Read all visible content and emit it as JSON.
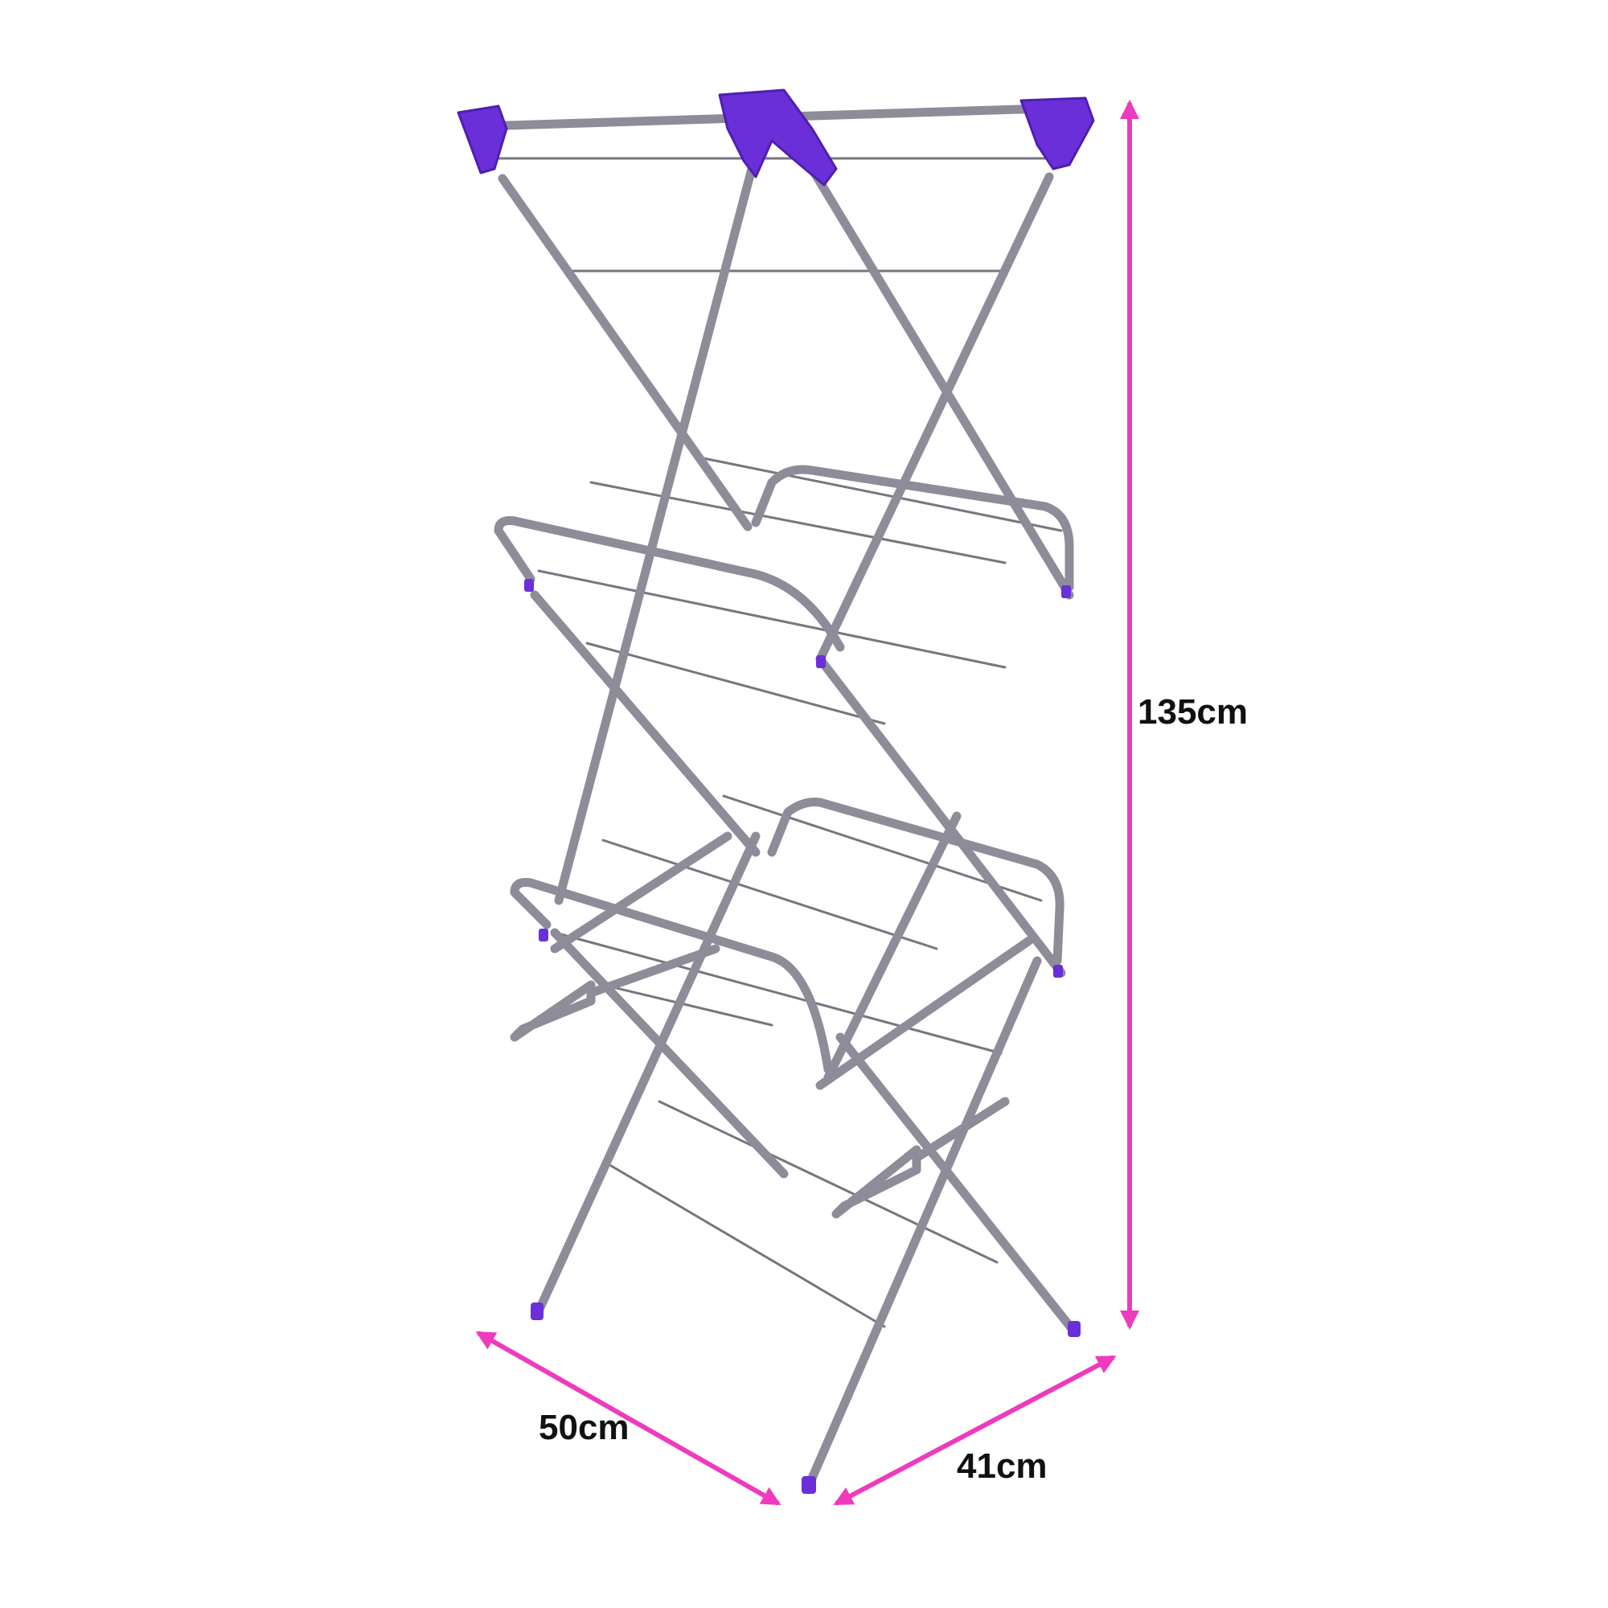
{
  "dimensions": {
    "height": {
      "label": "135cm"
    },
    "width": {
      "label": "50cm"
    },
    "depth": {
      "label": "41cm"
    }
  },
  "colors": {
    "arrow": "#ee3bbd",
    "frame": "#8e8c98",
    "frame_dark": "#6f6d7a",
    "wire": "#77757f",
    "accent": "#6a2fd8"
  },
  "product": {
    "name_icon": "clothes-airer-icon"
  }
}
